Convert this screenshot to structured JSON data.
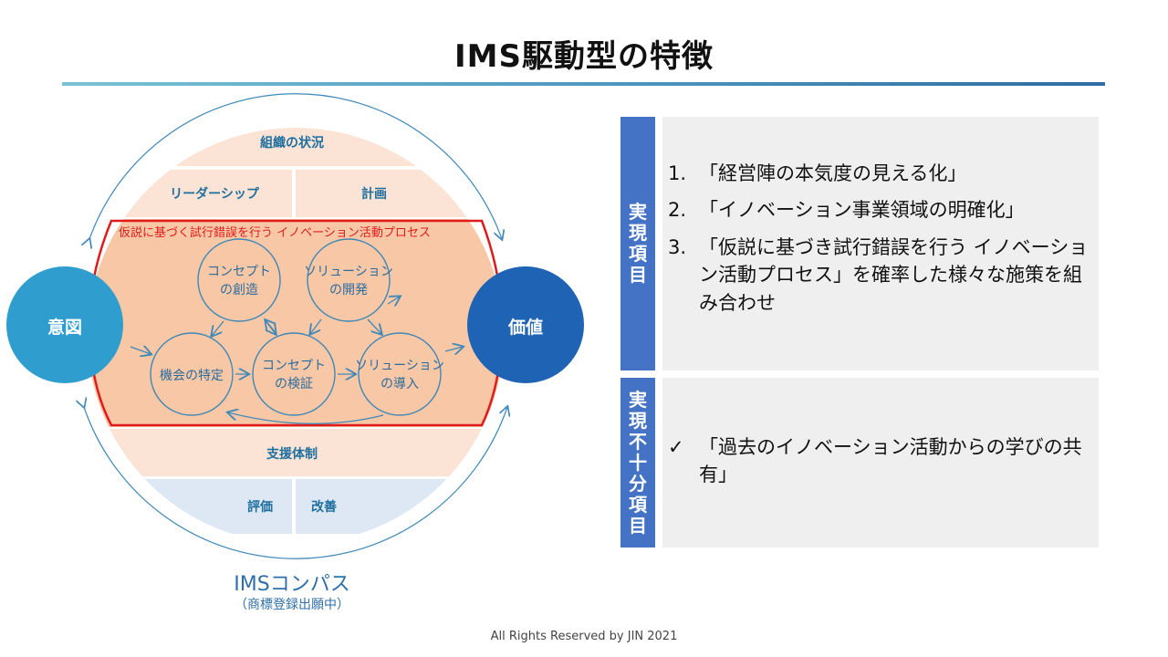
{
  "slide": {
    "title": "IMS駆動型の特徴",
    "footer": "All Rights Reserved by JIN 2021"
  },
  "compass": {
    "left_circle": "意図",
    "right_circle": "価値",
    "top_band": "組織の状況",
    "upper_left": "リーダーシップ",
    "upper_right": "計画",
    "process_title": "仮説に基づく試行錯誤を行う イノベーション活動プロセス",
    "nodes": {
      "concept_creation": [
        "コンセプト",
        "の創造"
      ],
      "solution_development": [
        "ソリューション",
        "の開発"
      ],
      "opportunity": [
        "機会の特定"
      ],
      "concept_validation": [
        "コンセプト",
        "の検証"
      ],
      "solution_introduction": [
        "ソリューション",
        "の導入"
      ]
    },
    "support_band": "支援体制",
    "lower_left": "評価",
    "lower_right": "改善",
    "caption": "IMSコンパス",
    "caption_sub": "（商標登録出願中）"
  },
  "implemented": {
    "tab_label": "実現項目",
    "items": [
      {
        "num": "1.",
        "text": "「経営陣の本気度の見える化」"
      },
      {
        "num": "2.",
        "text": "「イノベーション事業領域の明確化」"
      },
      {
        "num": "3.",
        "text": "「仮説に基づき試行錯誤を行う イノベーション活動プロセス」を確率した様々な施策を組み合わせ"
      }
    ]
  },
  "insufficient": {
    "tab_label": "実現不十分項目",
    "items": [
      {
        "num": "✓",
        "text": "「過去のイノベーション活動からの学びの共有」"
      }
    ]
  }
}
